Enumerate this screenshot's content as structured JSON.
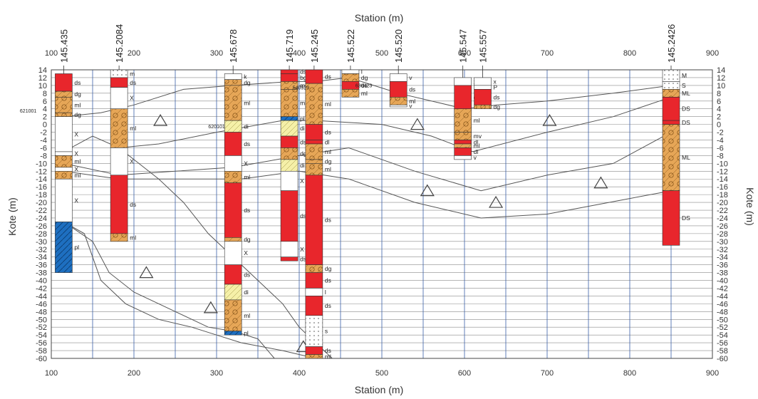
{
  "chart_data": {
    "type": "borehole cross-section",
    "xlabel_top": "Station (m)",
    "xlabel_bottom": "Station (m)",
    "ylabel_left": "Kote (m)",
    "ylabel_right": "Kote (m)",
    "xlim": [
      100,
      900
    ],
    "ylim": [
      -60,
      14
    ],
    "x_ticks": [
      "100",
      "200",
      "300",
      "400",
      "500",
      "600",
      "700",
      "800",
      "900"
    ],
    "y_tick_step": 2,
    "colors": {
      "ds": "#e8262c",
      "ml": "#e6a657",
      "dg": "#e6a657",
      "di": "#f5f0a8",
      "pl": "#1e6fc0",
      "s": "#ffffff",
      "x": "#ffffff",
      "grid": "#8a8a8a",
      "station_grid": "#3a5fa8",
      "line": "#555555"
    },
    "boreholes": [
      {
        "name": "145.435",
        "station": 115,
        "top": 13,
        "layers": [
          {
            "code": "ds",
            "top": 13,
            "bottom": 8.5
          },
          {
            "code": "dg",
            "top": 8.5,
            "bottom": 7
          },
          {
            "code": "ml",
            "top": 7,
            "bottom": 3
          },
          {
            "code": "dg",
            "top": 3,
            "bottom": 2
          },
          {
            "code": "X",
            "top": 2,
            "bottom": -7
          },
          {
            "code": "X",
            "top": -7,
            "bottom": -8
          },
          {
            "code": "ml",
            "top": -8,
            "bottom": -11
          },
          {
            "code": "X",
            "top": -11,
            "bottom": -12
          },
          {
            "code": "ml",
            "top": -12,
            "bottom": -14
          },
          {
            "code": "X",
            "top": -14,
            "bottom": -25
          },
          {
            "code": "pl",
            "top": -25,
            "bottom": -38
          }
        ]
      },
      {
        "name": "145.2084",
        "station": 182,
        "top": 14,
        "layers": [
          {
            "code": "m",
            "top": 14,
            "bottom": 12
          },
          {
            "code": "ds",
            "top": 12,
            "bottom": 9.5
          },
          {
            "code": "X",
            "top": 9.5,
            "bottom": 4
          },
          {
            "code": "ml",
            "top": 4,
            "bottom": -6
          },
          {
            "code": "X",
            "top": -6,
            "bottom": -13
          },
          {
            "code": "ds",
            "top": -13,
            "bottom": -28
          },
          {
            "code": "ml",
            "top": -28,
            "bottom": -30
          }
        ]
      },
      {
        "name": "145.678",
        "station": 320,
        "top": 13,
        "layers": [
          {
            "code": "k",
            "top": 13,
            "bottom": 11.5
          },
          {
            "code": "dg",
            "top": 11.5,
            "bottom": 10
          },
          {
            "code": "ml",
            "top": 10,
            "bottom": 1
          },
          {
            "code": "di",
            "top": 1,
            "bottom": -2
          },
          {
            "code": "ds",
            "top": -2,
            "bottom": -8
          },
          {
            "code": "X",
            "top": -8,
            "bottom": -12
          },
          {
            "code": "ml",
            "top": -12,
            "bottom": -15
          },
          {
            "code": "ds",
            "top": -15,
            "bottom": -29
          },
          {
            "code": "dg",
            "top": -29,
            "bottom": -30
          },
          {
            "code": "X",
            "top": -30,
            "bottom": -36
          },
          {
            "code": "ds",
            "top": -36,
            "bottom": -41
          },
          {
            "code": "di",
            "top": -41,
            "bottom": -45
          },
          {
            "code": "ml",
            "top": -45,
            "bottom": -53
          },
          {
            "code": "pl",
            "top": -53,
            "bottom": -54
          }
        ]
      },
      {
        "name": "145.719",
        "station": 388,
        "top": 14,
        "layers": [
          {
            "code": "ds",
            "top": 14,
            "bottom": 13
          },
          {
            "code": "bg",
            "top": 13,
            "bottom": 11
          },
          {
            "code": "ml",
            "top": 11,
            "bottom": 9
          },
          {
            "code": "ml",
            "top": 9,
            "bottom": 2
          },
          {
            "code": "pl",
            "top": 2,
            "bottom": 1
          },
          {
            "code": "di",
            "top": 1,
            "bottom": -3
          },
          {
            "code": "ds",
            "top": -3,
            "bottom": -6
          },
          {
            "code": "dg",
            "top": -6,
            "bottom": -9
          },
          {
            "code": "di",
            "top": -9,
            "bottom": -12
          },
          {
            "code": "X",
            "top": -12,
            "bottom": -17
          },
          {
            "code": "ds",
            "top": -17,
            "bottom": -30
          },
          {
            "code": "X",
            "top": -30,
            "bottom": -34
          },
          {
            "code": "ds",
            "top": -34,
            "bottom": -35
          }
        ]
      },
      {
        "name": "145.245",
        "station": 418,
        "top": 14,
        "layers": [
          {
            "code": "ds",
            "top": 14,
            "bottom": 10.5
          },
          {
            "code": "ml",
            "top": 10.5,
            "bottom": 0
          },
          {
            "code": "ds",
            "top": 0,
            "bottom": -4
          },
          {
            "code": "dl",
            "top": -4,
            "bottom": -5
          },
          {
            "code": "ml",
            "top": -5,
            "bottom": -9
          },
          {
            "code": "dg",
            "top": -9,
            "bottom": -10
          },
          {
            "code": "ml",
            "top": -10,
            "bottom": -13
          },
          {
            "code": "ds",
            "top": -13,
            "bottom": -36
          },
          {
            "code": "dg",
            "top": -36,
            "bottom": -38
          },
          {
            "code": "ds",
            "top": -38,
            "bottom": -42
          },
          {
            "code": "l",
            "top": -42,
            "bottom": -44
          },
          {
            "code": "ds",
            "top": -44,
            "bottom": -49
          },
          {
            "code": "s",
            "top": -49,
            "bottom": -57
          },
          {
            "code": "ds",
            "top": -57,
            "bottom": -59
          },
          {
            "code": "ml",
            "top": -59,
            "bottom": -60
          }
        ]
      },
      {
        "name": "145.522",
        "station": 462,
        "top": 14,
        "layers": [
          {
            "code": "l",
            "top": 14,
            "bottom": 13
          },
          {
            "code": "dg",
            "top": 13,
            "bottom": 11
          },
          {
            "code": "ds",
            "top": 11,
            "bottom": 9
          },
          {
            "code": "ml",
            "top": 9,
            "bottom": 7
          }
        ]
      },
      {
        "name": "145.520",
        "station": 520,
        "top": 13,
        "layers": [
          {
            "code": "v",
            "top": 13,
            "bottom": 11
          },
          {
            "code": "ds",
            "top": 11,
            "bottom": 7
          },
          {
            "code": "ml",
            "top": 7,
            "bottom": 5
          },
          {
            "code": "v",
            "top": 5,
            "bottom": 4.5
          }
        ]
      },
      {
        "name": "145.547",
        "station": 598,
        "top": 12,
        "layers": [
          {
            "code": "x",
            "top": 12,
            "bottom": 10
          },
          {
            "code": "ds",
            "top": 10,
            "bottom": 4
          },
          {
            "code": "ml",
            "top": 4,
            "bottom": -2
          },
          {
            "code": "mv",
            "top": -2,
            "bottom": -4
          },
          {
            "code": "dl",
            "top": -4,
            "bottom": -5
          },
          {
            "code": "ml",
            "top": -5,
            "bottom": -6
          },
          {
            "code": "dl",
            "top": -6,
            "bottom": -8
          },
          {
            "code": "v",
            "top": -8,
            "bottom": -9
          }
        ]
      },
      {
        "name": "145.557",
        "station": 622,
        "top": 12,
        "layers": [
          {
            "code": "x",
            "top": 12,
            "bottom": 10
          },
          {
            "code": "P",
            "top": 10,
            "bottom": 9
          },
          {
            "code": "ds",
            "top": 9,
            "bottom": 5
          },
          {
            "code": "dg",
            "top": 5,
            "bottom": 4
          }
        ]
      },
      {
        "name": "145.2426",
        "station": 850,
        "top": 14,
        "layers": [
          {
            "code": "M",
            "top": 14,
            "bottom": 11
          },
          {
            "code": "S",
            "top": 11,
            "bottom": 9
          },
          {
            "code": "ML",
            "top": 9,
            "bottom": 7
          },
          {
            "code": "DS",
            "top": 7,
            "bottom": 1
          },
          {
            "code": "DS",
            "top": 1,
            "bottom": 0
          },
          {
            "code": "ML",
            "top": 0,
            "bottom": -17
          },
          {
            "code": "DS",
            "top": -17,
            "bottom": -31
          }
        ]
      }
    ],
    "sample_labels": [
      {
        "text": "621001",
        "station": 62,
        "kote": 3
      },
      {
        "text": "620101",
        "station": 290,
        "kote": -1
      },
      {
        "text": "540929",
        "station": 392,
        "kote": 9
      },
      {
        "text": "630423",
        "station": 468,
        "kote": 9.5
      }
    ],
    "contour_lines": [
      [
        [
          115,
          2
        ],
        [
          160,
          3
        ],
        [
          200,
          5
        ],
        [
          260,
          9
        ],
        [
          320,
          10
        ],
        [
          390,
          11
        ],
        [
          420,
          11
        ],
        [
          460,
          12
        ],
        [
          520,
          8
        ],
        [
          600,
          4
        ],
        [
          640,
          5
        ],
        [
          700,
          6
        ],
        [
          780,
          8
        ],
        [
          850,
          10
        ]
      ],
      [
        [
          115,
          -7
        ],
        [
          150,
          -3
        ],
        [
          182,
          -6
        ],
        [
          230,
          -5
        ],
        [
          300,
          -2
        ],
        [
          380,
          1
        ],
        [
          420,
          1
        ],
        [
          500,
          0
        ],
        [
          560,
          -3
        ],
        [
          610,
          -7
        ],
        [
          700,
          -2
        ],
        [
          780,
          2
        ],
        [
          850,
          7
        ]
      ],
      [
        [
          115,
          -10
        ],
        [
          182,
          -13
        ],
        [
          250,
          -12
        ],
        [
          320,
          -11
        ],
        [
          400,
          -8
        ],
        [
          460,
          -6
        ],
        [
          540,
          -12
        ],
        [
          620,
          -17
        ],
        [
          700,
          -13
        ],
        [
          780,
          -10
        ],
        [
          850,
          -2
        ]
      ],
      [
        [
          115,
          -12
        ],
        [
          182,
          -14
        ],
        [
          260,
          -14
        ],
        [
          330,
          -14
        ],
        [
          400,
          -12
        ],
        [
          460,
          -14
        ],
        [
          540,
          -20
        ],
        [
          620,
          -24
        ],
        [
          700,
          -23
        ],
        [
          800,
          -19
        ],
        [
          850,
          -17
        ]
      ],
      [
        [
          115,
          -25
        ],
        [
          150,
          -30
        ],
        [
          170,
          -38
        ],
        [
          200,
          -43
        ],
        [
          250,
          -48
        ],
        [
          290,
          -52
        ],
        [
          320,
          -53
        ],
        [
          350,
          -55
        ],
        [
          370,
          -60
        ]
      ],
      [
        [
          115,
          -25
        ],
        [
          140,
          -28
        ],
        [
          160,
          -40
        ],
        [
          190,
          -46
        ],
        [
          230,
          -50
        ],
        [
          270,
          -52
        ],
        [
          300,
          -54
        ],
        [
          330,
          -56
        ],
        [
          380,
          -58
        ],
        [
          420,
          -60
        ]
      ],
      [
        [
          182,
          -6
        ],
        [
          230,
          -14
        ],
        [
          260,
          -20
        ],
        [
          290,
          -28
        ],
        [
          320,
          -34
        ],
        [
          350,
          -40
        ],
        [
          380,
          -46
        ],
        [
          400,
          -52
        ],
        [
          430,
          -58
        ],
        [
          440,
          -60
        ]
      ]
    ],
    "triangles": [
      {
        "station": 232,
        "kote": 1
      },
      {
        "station": 215,
        "kote": -38
      },
      {
        "station": 293,
        "kote": -47
      },
      {
        "station": 405,
        "kote": -57
      },
      {
        "station": 555,
        "kote": -17
      },
      {
        "station": 543,
        "kote": 0
      },
      {
        "station": 638,
        "kote": -20
      },
      {
        "station": 703,
        "kote": 1
      },
      {
        "station": 765,
        "kote": -15
      }
    ]
  }
}
